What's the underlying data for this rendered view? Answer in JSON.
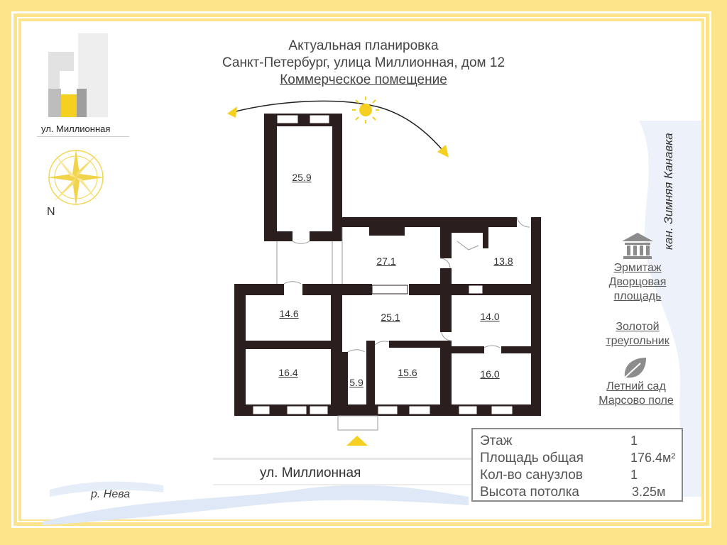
{
  "header": {
    "line1": "Актуальная планировка",
    "line2": "Санкт-Петербург, улица Миллионная, дом 12",
    "line3": "Коммерческое помещение"
  },
  "locator": {
    "street": "ул. Миллионная"
  },
  "compass": {
    "north_label": "N",
    "color": "#f2d44c"
  },
  "rooms": [
    {
      "area": "25.9"
    },
    {
      "area": "27.1"
    },
    {
      "area": "13.8"
    },
    {
      "area": "14.6"
    },
    {
      "area": "25.1"
    },
    {
      "area": "14.0"
    },
    {
      "area": "16.4"
    },
    {
      "area": "5.9"
    },
    {
      "area": "15.6"
    },
    {
      "area": "16.0"
    }
  ],
  "map_labels": {
    "street_bottom": "ул. Миллионная",
    "river": "р. Нева",
    "canal": "кан. Зимняя Канавка"
  },
  "poi": [
    {
      "icon": "museum-icon",
      "line1": "Эрмитаж",
      "line2": "Дворцовая",
      "line3": "площадь"
    },
    {
      "icon": "",
      "line1": "Золотой",
      "line2": "треугольник",
      "line3": ""
    },
    {
      "icon": "leaf-icon",
      "line1": "Летний сад",
      "line2": "Марсово поле",
      "line3": ""
    }
  ],
  "info": {
    "floor_label": "Этаж",
    "floor_value": "1",
    "area_label": "Площадь общая",
    "area_value": "176.4м²",
    "bathrooms_label": "Кол-во санузлов",
    "bathrooms_value": "1",
    "ceiling_label": "Высота потолка",
    "ceiling_value": "3.25м"
  },
  "colors": {
    "frame": "#fde48a",
    "wall": "#2a1e1e",
    "accent": "#f5d020"
  }
}
